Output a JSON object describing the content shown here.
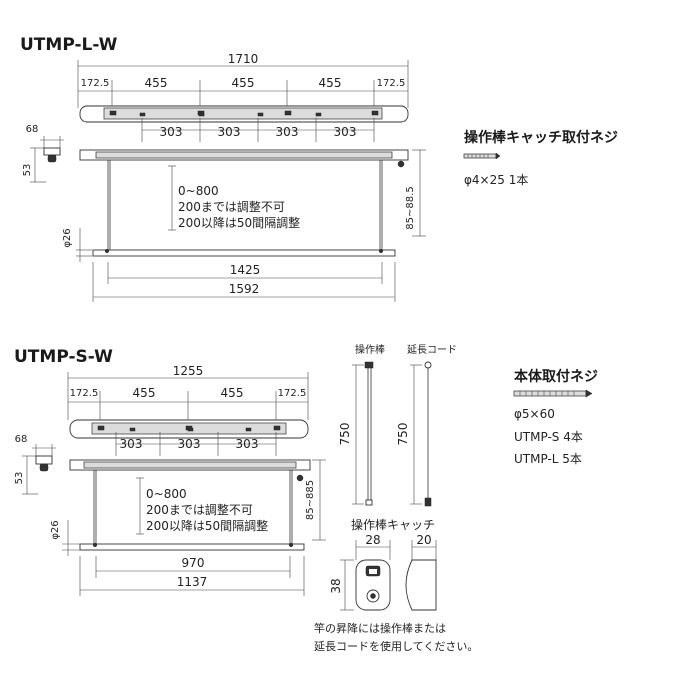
{
  "models": {
    "long": {
      "title": "UTMP-L-W",
      "overall_width": "1710",
      "top_segments": [
        "172.5",
        "455",
        "455",
        "455",
        "172.5"
      ],
      "bracket_segments": [
        "303",
        "303",
        "303",
        "303"
      ],
      "mount_depth": "68",
      "height": "53",
      "range_lines": [
        "0~800",
        "200までは調整不可",
        "200以降は50間隔調整"
      ],
      "pole_diameter": "φ26",
      "side_height": "85~88.5",
      "inner_width": "1425",
      "rod_width": "1592"
    },
    "short": {
      "title": "UTMP-S-W",
      "overall_width": "1255",
      "top_segments": [
        "172.5",
        "455",
        "455",
        "172.5"
      ],
      "bracket_segments": [
        "303",
        "303",
        "303"
      ],
      "mount_depth": "68",
      "height": "53",
      "range_lines": [
        "0~800",
        "200までは調整不可",
        "200以降は50間隔調整"
      ],
      "pole_diameter": "φ26",
      "side_height": "85~885",
      "inner_width": "970",
      "rod_width": "1137"
    }
  },
  "catch_screw": {
    "title": "操作棒キャッチ取付ネジ",
    "spec": "φ4×25  1本"
  },
  "body_screw": {
    "title": "本体取付ネジ",
    "spec": "φ5×60",
    "lines": [
      "UTMP-S  4本",
      "UTMP-L  5本"
    ]
  },
  "accessories": {
    "rod_label": "操作棒",
    "cord_label": "延長コード",
    "rod_length": "750",
    "cord_length": "750"
  },
  "catch": {
    "title": "操作棒キャッチ",
    "width": "28",
    "depth": "20",
    "height": "38"
  },
  "footnote": [
    "竿の昇降には操作棒または",
    "延長コードを使用してください。"
  ]
}
